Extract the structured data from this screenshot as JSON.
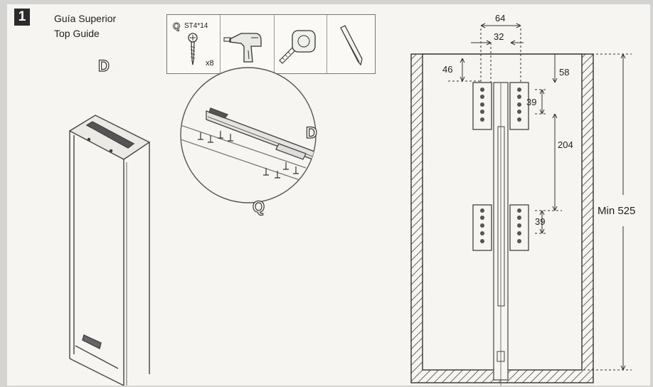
{
  "step": {
    "number": "1",
    "title_es": "Guía Superior",
    "title_en": "Top Guide",
    "part": "D"
  },
  "tools": {
    "screw_letter": "Q",
    "screw_spec": "ST4*14",
    "screw_qty": "x8",
    "icons": [
      "screw-icon",
      "drill-icon",
      "tape-measure-icon",
      "pencil-icon"
    ]
  },
  "detail": {
    "part_label": "D",
    "screw_label": "Q"
  },
  "dims": {
    "d64": "64",
    "d32": "32",
    "d46": "46",
    "d58": "58",
    "d39a": "39",
    "d204": "204",
    "d39b": "39",
    "min": "Min 525"
  }
}
